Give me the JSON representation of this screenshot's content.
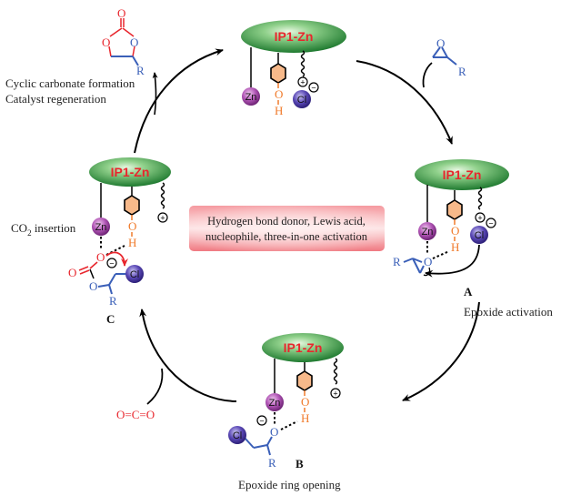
{
  "diagram": {
    "type": "catalytic-cycle",
    "catalyst_label": "IP1-Zn",
    "center_note": {
      "line1": "Hydrogen bond donor, Lewis acid,",
      "line2": "nucleophile, three-in-one activation"
    },
    "steps": {
      "top_left": {
        "line1": "Cyclic carbonate formation",
        "line2": "Catalyst regeneration"
      },
      "right": {
        "label": "Epoxide activation",
        "intermediate": "A"
      },
      "bottom": {
        "label": "Epoxide ring opening",
        "intermediate": "B"
      },
      "left": {
        "label_pre": "CO",
        "label_sub": "2",
        "label_post": " insertion",
        "intermediate": "C"
      }
    },
    "reagents": {
      "epoxide_O": "O",
      "epoxide_R": "R",
      "co2": "O=C=O",
      "product_O_top": "O",
      "product_O_left": "O",
      "product_O_right": "O",
      "product_R": "R"
    },
    "atoms": {
      "zn": "Zn",
      "cl": "Cl",
      "o": "O",
      "h": "H",
      "r": "R",
      "plus": "+",
      "minus": "−"
    },
    "colors": {
      "catalyst_green": "#2e8b3c",
      "catalyst_text": "#e8262d",
      "zn_ball": "#9a3fa0",
      "cl_ball": "#4b3aa0",
      "phenol_orange": "#f07a2a",
      "oxygen_red": "#e8262d",
      "substrate_blue": "#3a5fb8",
      "note_box": "#f08a8f"
    }
  }
}
